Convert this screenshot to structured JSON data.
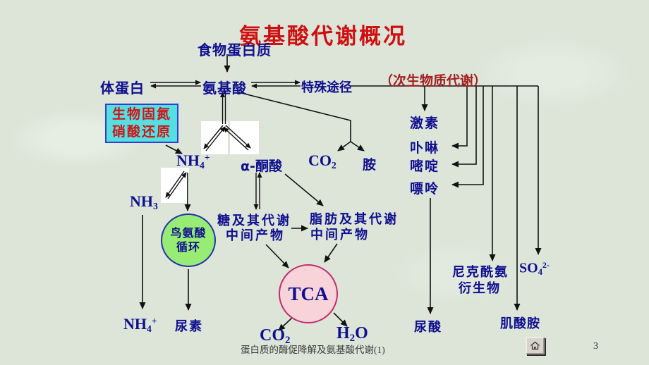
{
  "slide": {
    "title": "氨基酸代谢概况",
    "nodes": {
      "food_protein": "食物蛋白质",
      "body_protein": "体蛋白",
      "amino_acid": "氨基酸",
      "special_pathway": "特殊途径",
      "secondary_metabolism": "（次生物质代谢）",
      "nitrogen_box": {
        "line1": "生物固氮",
        "line2": "硝酸还原"
      },
      "nh4_top": {
        "base": "NH",
        "sub": "4",
        "sup": "+"
      },
      "alpha_keto_acid": "α-酮酸",
      "co2_mid": {
        "base": "CO",
        "sub": "2"
      },
      "amine": "胺",
      "nh3": {
        "base": "NH",
        "sub": "3"
      },
      "ornithine_cycle": {
        "line1": "鸟氨酸",
        "line2": "循环"
      },
      "sugar": {
        "line1": "糖及其代谢",
        "line2": "中间产物"
      },
      "fat": {
        "line1": "脂肪及其代谢",
        "line2": "中间产物"
      },
      "tca": "TCA",
      "co2_bottom": {
        "base": "CO",
        "sub": "2"
      },
      "h2o": {
        "base": "H",
        "sub": "2",
        "post": "O"
      },
      "nh4_bottom": {
        "base": "NH",
        "sub": "4",
        "sup": "+"
      },
      "urea": "尿素",
      "hormone": "激素",
      "porphyrin": "卟啉",
      "pyrimidine": "嘧啶",
      "purine": "嘌呤",
      "uric_acid": "尿酸",
      "nicotinamide": {
        "line1": "尼克酰氨",
        "line2": "衍生物"
      },
      "so4": {
        "base": "SO",
        "sub": "4",
        "sup": "2-"
      },
      "creatine_amide": "肌酸胺"
    },
    "footer": {
      "caption": "蛋白质的酶促降解及氨基酸代谢(1)",
      "page_number": "3"
    },
    "colors": {
      "background": "#dde5d9",
      "text_navy": "#0f0f8f",
      "title_red": "#cf1010",
      "secondary_red": "#a32020",
      "box_fill": "#55dfe1",
      "box_border": "#2e3fd4",
      "box_text_red": "#d01515",
      "green_circle_fill": "#97ec74",
      "green_circle_border": "#2433ad",
      "tca_fill": "#f8d3da",
      "tca_border": "#c52d6b",
      "line_color": "#111111"
    }
  }
}
